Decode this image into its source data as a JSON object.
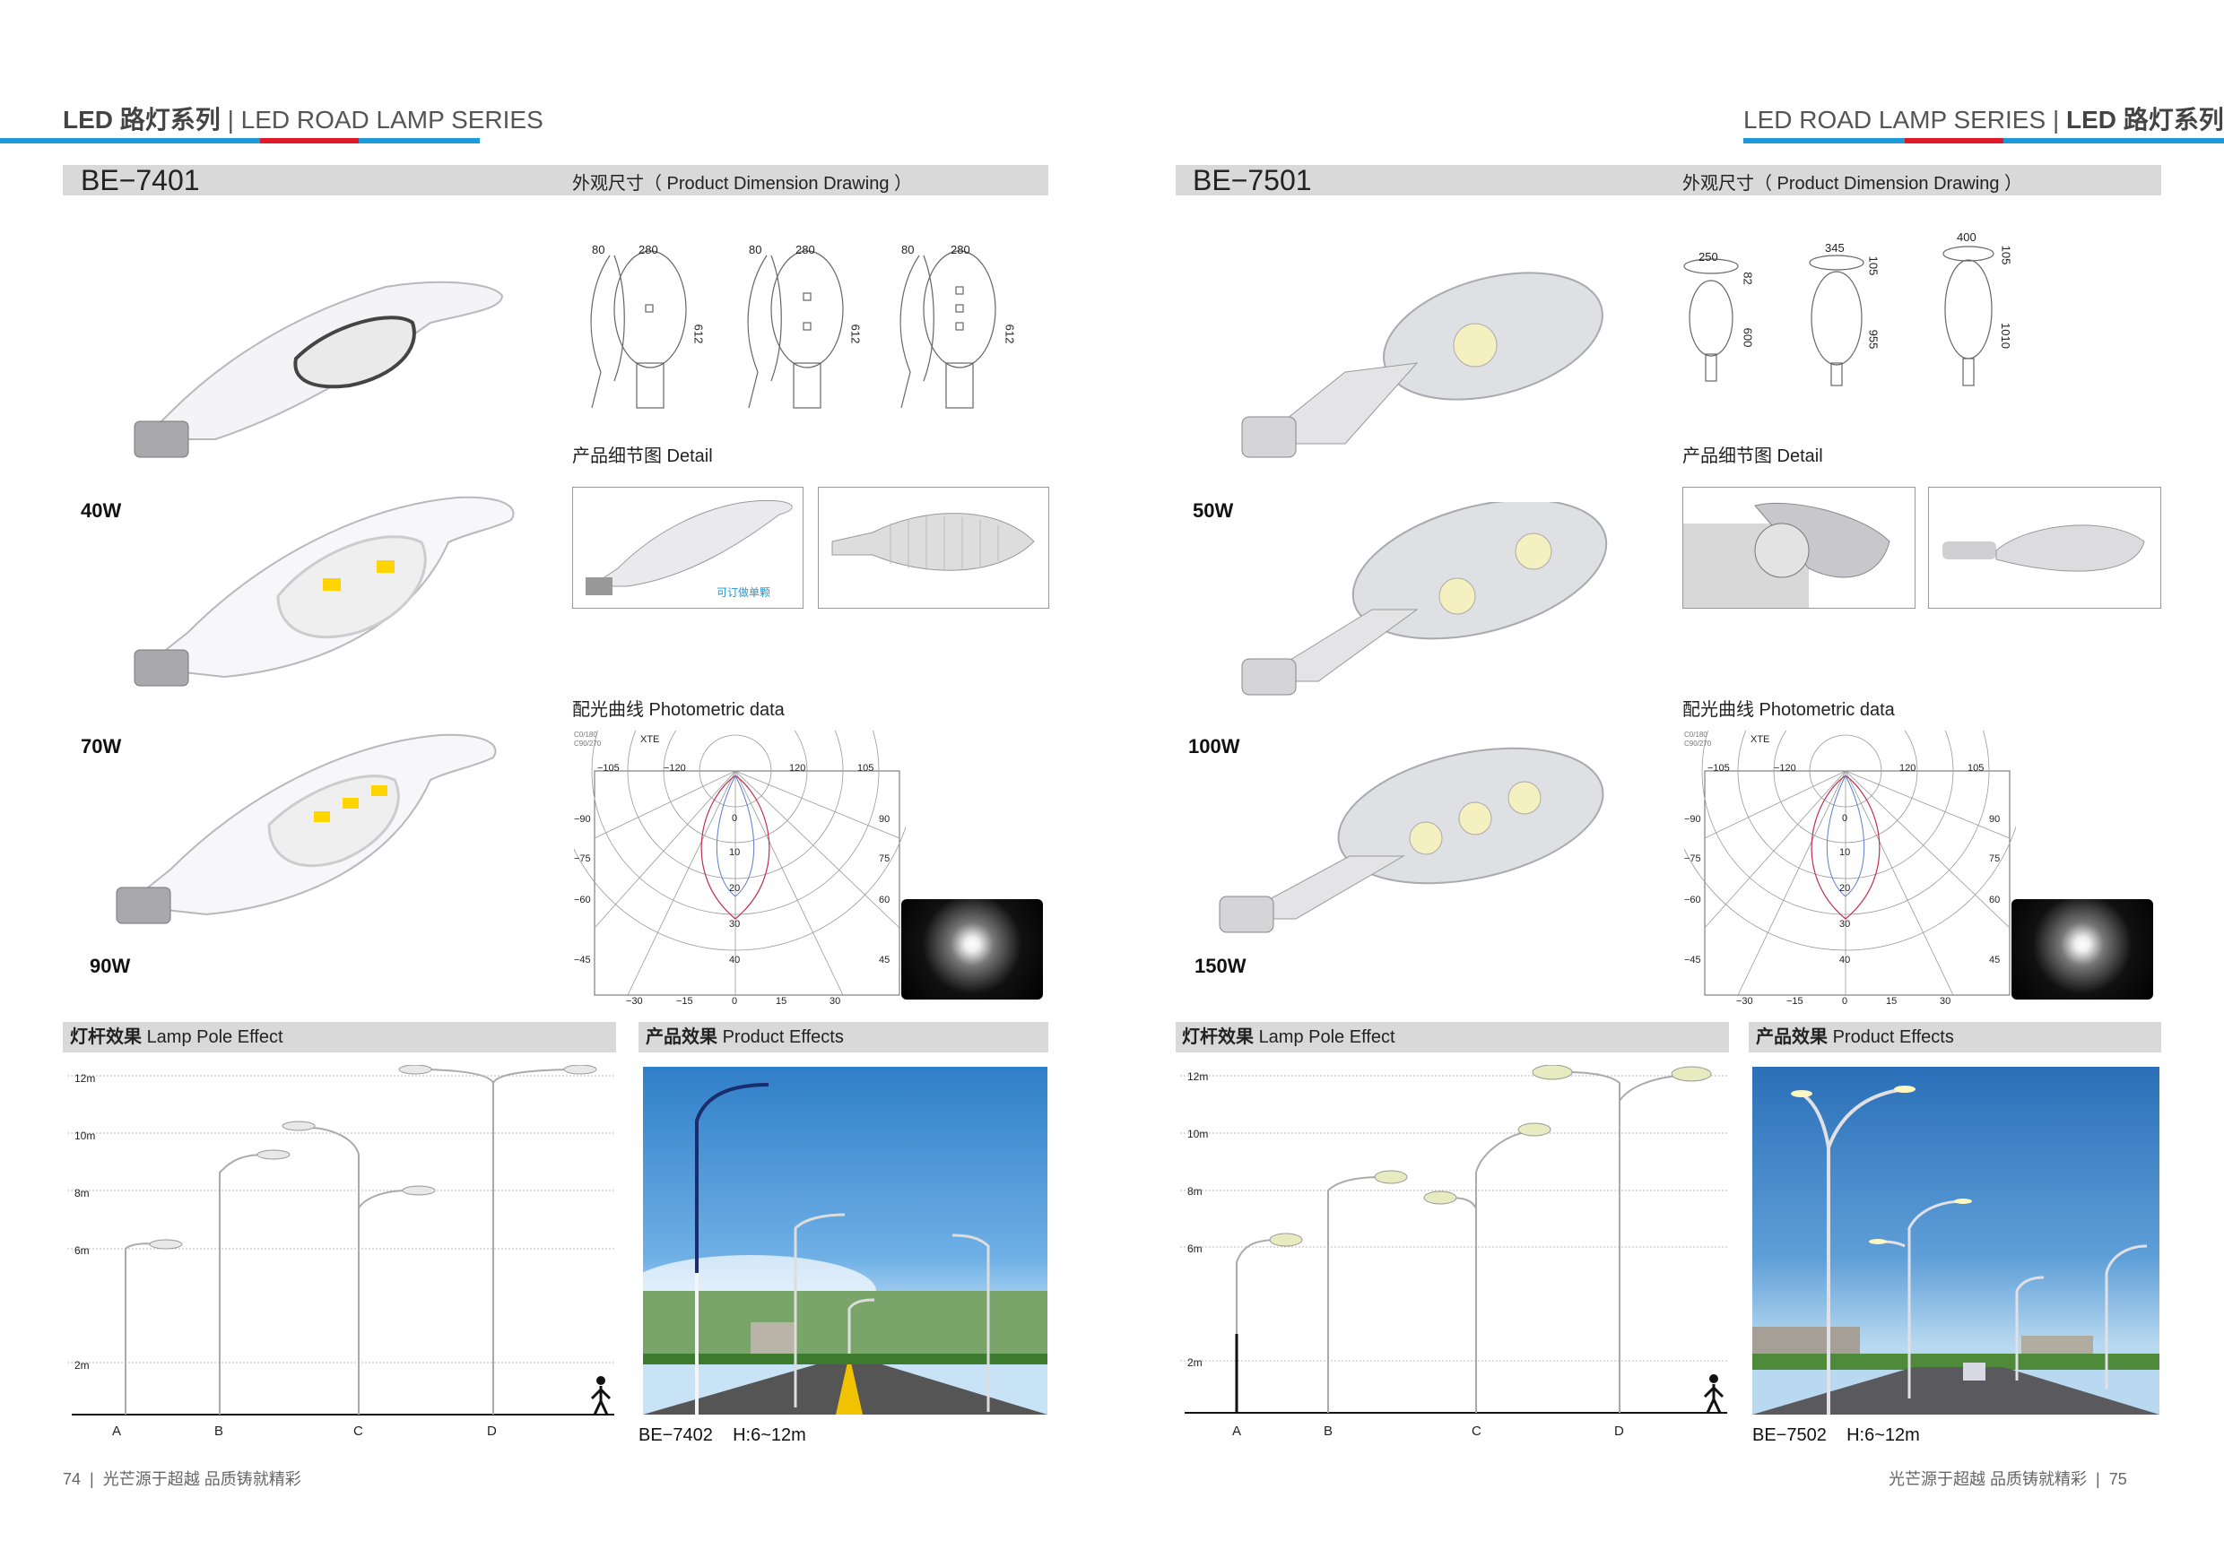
{
  "header": {
    "left_cn": "LED 路灯系列",
    "left_en": "LED ROAD LAMP SERIES",
    "right_en": "LED ROAD LAMP SERIES",
    "right_cn": "LED 路灯系列",
    "divider": "|"
  },
  "colors": {
    "blue": "#1a9ad6",
    "red": "#e0182a",
    "bar_gray": "#d9d9d9"
  },
  "left": {
    "model": "BE−7401",
    "dimension_title": "外观尺寸（ Product Dimension Drawing ）",
    "dims": [
      {
        "w1": "80",
        "w2": "280",
        "h": "612"
      },
      {
        "w1": "80",
        "w2": "280",
        "h": "612"
      },
      {
        "w1": "80",
        "w2": "280",
        "h": "612"
      }
    ],
    "detail_title": "产品细节图 Detail",
    "detail_note": "可订做单颗",
    "photometric_title": "配光曲线 Photometric data",
    "watts": [
      "40W",
      "70W",
      "90W"
    ],
    "pole_title_cn": "灯杆效果",
    "pole_title_en": "Lamp Pole Effect",
    "effects_title_cn": "产品效果",
    "effects_title_en": "Product Effects",
    "heights": [
      "12m",
      "10m",
      "8m",
      "6m",
      "2m"
    ],
    "pole_labels": [
      "A",
      "B",
      "C",
      "D"
    ],
    "caption_model": "BE−7402",
    "caption_height": "H:6~12m",
    "page_num": "74",
    "slogan": "光芒源于超越   品质铸就精彩"
  },
  "right": {
    "model": "BE−7501",
    "dimension_title": "外观尺寸（ Product Dimension Drawing ）",
    "dims": [
      {
        "w": "250",
        "d": "82",
        "h": "600"
      },
      {
        "w": "345",
        "d": "105",
        "h": "955"
      },
      {
        "w": "400",
        "d": "105",
        "h": "1010"
      }
    ],
    "detail_title": "产品细节图 Detail",
    "photometric_title": "配光曲线 Photometric data",
    "watts": [
      "50W",
      "100W",
      "150W"
    ],
    "pole_title_cn": "灯杆效果",
    "pole_title_en": "Lamp Pole Effect",
    "effects_title_cn": "产品效果",
    "effects_title_en": "Product Effects",
    "heights": [
      "12m",
      "10m",
      "8m",
      "6m",
      "2m"
    ],
    "pole_labels": [
      "A",
      "B",
      "C",
      "D"
    ],
    "caption_model": "BE−7502",
    "caption_height": "H:6~12m",
    "page_num": "75",
    "slogan": "光芒源于超越   品质铸就精彩"
  },
  "photometric": {
    "legend": [
      "C0/180",
      "C90/270"
    ],
    "brand": "XTE",
    "top_ticks": [
      "−105",
      "−120",
      "120",
      "105"
    ],
    "left_ticks": [
      "−90",
      "−75",
      "−60",
      "−45"
    ],
    "right_ticks": [
      "90",
      "75",
      "60",
      "45"
    ],
    "radial_ticks": [
      "0",
      "10",
      "20",
      "30",
      "40"
    ],
    "bottom_ticks": [
      "−30",
      "−15",
      "0",
      "15",
      "30"
    ]
  }
}
